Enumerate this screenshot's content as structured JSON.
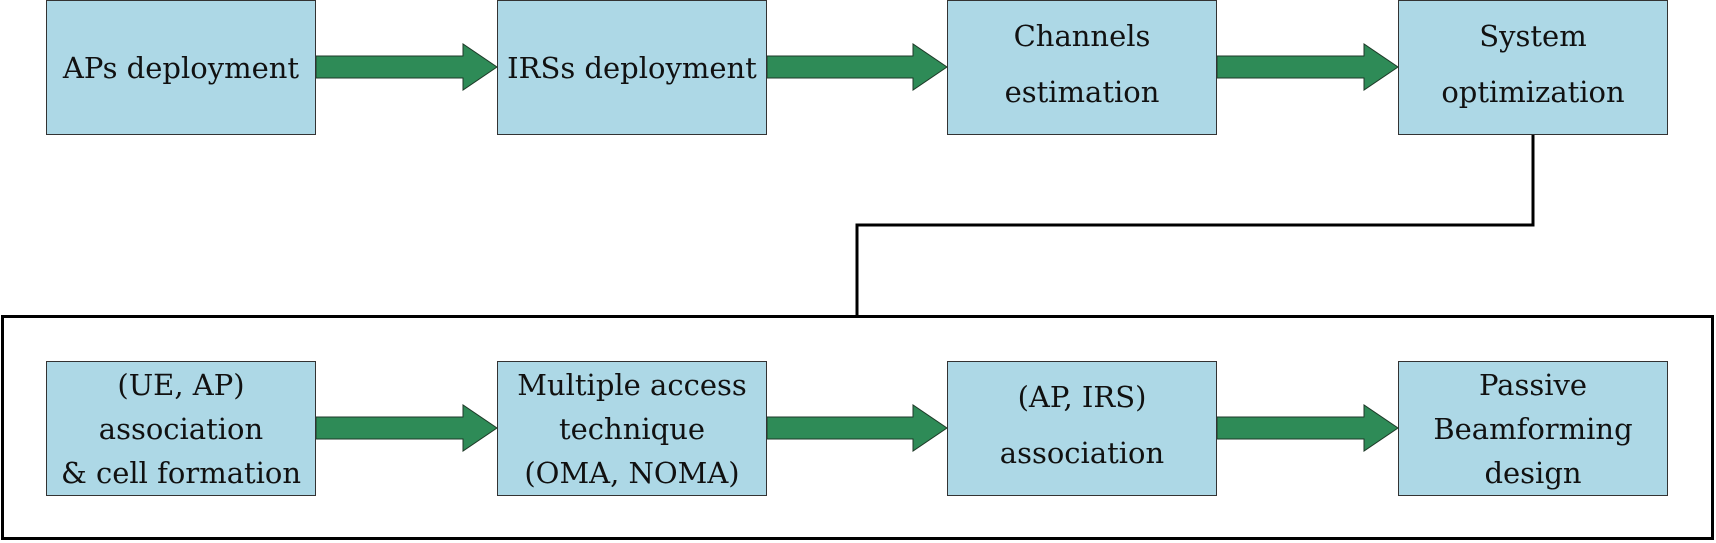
{
  "diagram": {
    "colors": {
      "box_fill": "#add8e6",
      "box_border": "#333333",
      "arrow_fill": "#2e8b57",
      "connector": "#000000"
    },
    "top_row": [
      {
        "id": "aps-deployment",
        "lines": [
          "APs deployment"
        ]
      },
      {
        "id": "irss-deployment",
        "lines": [
          "IRSs deployment"
        ]
      },
      {
        "id": "channels-estimation",
        "lines": [
          "Channels",
          "estimation"
        ]
      },
      {
        "id": "system-optimization",
        "lines": [
          "System",
          "optimization"
        ]
      }
    ],
    "bottom_row": [
      {
        "id": "ue-ap-association",
        "lines": [
          "(UE, AP)",
          "association",
          "& cell formation"
        ]
      },
      {
        "id": "multiple-access-technique",
        "lines": [
          "Multiple access",
          "technique",
          "(OMA, NOMA)"
        ]
      },
      {
        "id": "ap-irs-association",
        "lines": [
          "(AP, IRS)",
          "association"
        ]
      },
      {
        "id": "passive-beamforming-design",
        "lines": [
          "Passive",
          "Beamforming",
          "design"
        ]
      }
    ]
  }
}
